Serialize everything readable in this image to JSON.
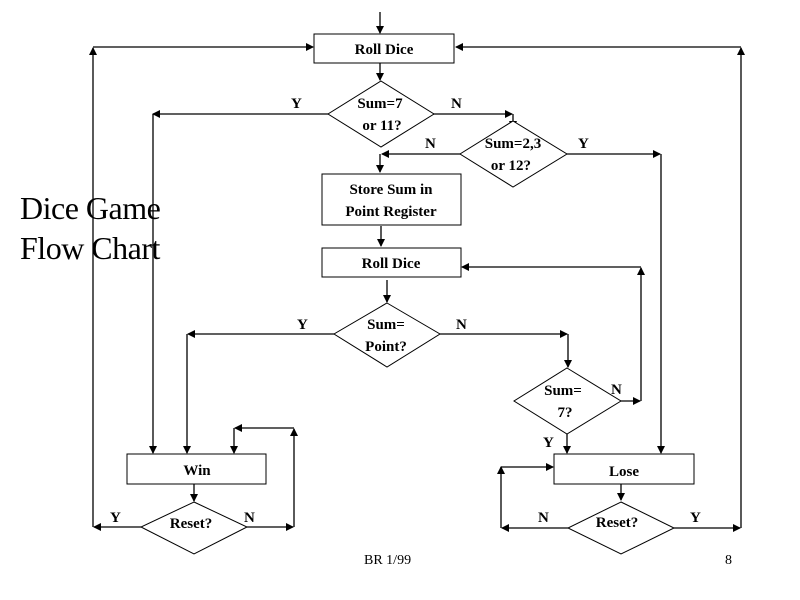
{
  "title": {
    "line1": "Dice Game",
    "line2": "Flow Chart"
  },
  "footer": {
    "author_date": "BR 1/99",
    "page_number": "8"
  },
  "nodes": {
    "roll_dice_1": {
      "type": "process",
      "lines": [
        "Roll Dice"
      ]
    },
    "sum_7_or_11": {
      "type": "decision",
      "lines": [
        "Sum=7",
        "or 11?"
      ]
    },
    "sum_2_3_12": {
      "type": "decision",
      "lines": [
        "Sum=2,3",
        "or 12?"
      ]
    },
    "store_sum": {
      "type": "process",
      "lines": [
        "Store Sum in",
        "Point Register"
      ]
    },
    "roll_dice_2": {
      "type": "process",
      "lines": [
        "Roll Dice"
      ]
    },
    "sum_point": {
      "type": "decision",
      "lines": [
        "Sum=",
        "Point?"
      ]
    },
    "sum_7": {
      "type": "decision",
      "lines": [
        "Sum=",
        "7?"
      ]
    },
    "win": {
      "type": "process",
      "lines": [
        "Win"
      ]
    },
    "lose": {
      "type": "process",
      "lines": [
        "Lose"
      ]
    },
    "reset_win": {
      "type": "decision",
      "lines": [
        "Reset?"
      ]
    },
    "reset_lose": {
      "type": "decision",
      "lines": [
        "Reset?"
      ]
    }
  },
  "edges": [
    {
      "from": "start",
      "to": "roll_dice_1",
      "label": ""
    },
    {
      "from": "roll_dice_1",
      "to": "sum_7_or_11",
      "label": ""
    },
    {
      "from": "sum_7_or_11",
      "to": "win",
      "label": "Y"
    },
    {
      "from": "sum_7_or_11",
      "to": "sum_2_3_12",
      "label": "N"
    },
    {
      "from": "sum_2_3_12",
      "to": "store_sum",
      "label": "N"
    },
    {
      "from": "sum_2_3_12",
      "to": "lose",
      "label": "Y"
    },
    {
      "from": "store_sum",
      "to": "roll_dice_2",
      "label": ""
    },
    {
      "from": "roll_dice_2",
      "to": "sum_point",
      "label": ""
    },
    {
      "from": "sum_point",
      "to": "win",
      "label": "Y"
    },
    {
      "from": "sum_point",
      "to": "sum_7",
      "label": "N"
    },
    {
      "from": "sum_7",
      "to": "roll_dice_2",
      "label": "N"
    },
    {
      "from": "sum_7",
      "to": "lose",
      "label": "Y"
    },
    {
      "from": "win",
      "to": "reset_win",
      "label": ""
    },
    {
      "from": "reset_win",
      "to": "roll_dice_1",
      "label": "Y"
    },
    {
      "from": "reset_win",
      "to": "win",
      "label": "N"
    },
    {
      "from": "lose",
      "to": "reset_lose",
      "label": ""
    },
    {
      "from": "reset_lose",
      "to": "roll_dice_1",
      "label": "Y"
    },
    {
      "from": "reset_lose",
      "to": "lose",
      "label": "N"
    }
  ],
  "labels": {
    "yes": "Y",
    "no": "N"
  }
}
